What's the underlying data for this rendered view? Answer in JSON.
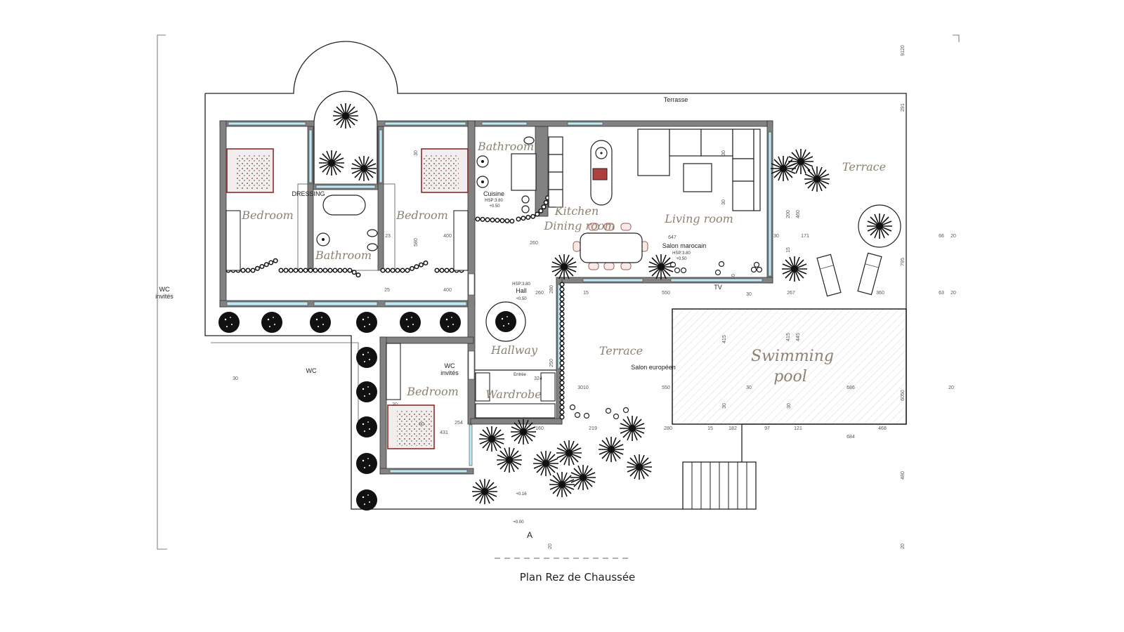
{
  "plan_title": "Plan Rez de Chaussée",
  "section_marker": "A",
  "rooms": {
    "bedroom_1": "Bedroom",
    "bedroom_2": "Bedroom",
    "bedroom_3": "Bedroom",
    "bathroom_1": "Bathroom",
    "bathroom_2": "Bathroom",
    "kitchen": "Kitchen",
    "dining": "Dining room",
    "living": "Living room",
    "terrace_east": "Terrace",
    "terrace_south": "Terrace",
    "hallway": "Hallway",
    "wardrobe": "Wardrobe",
    "pool_1": "Swimming",
    "pool_2": "pool"
  },
  "notes": {
    "terrasse": "Terrasse",
    "dressing": "DRESSING",
    "cuisine": "Cuisine",
    "cuisine_hsp": "HSP:3.80",
    "cuisine_level": "+0.50",
    "salon_marocain": "Salon marocain",
    "salon_hsp": "HSP:3.80",
    "salon_level": "+0.50",
    "hall": "Hall",
    "hall_hsp": "HSP:3.80",
    "hall_level": "+0.50",
    "tv": "TV",
    "salon_europeen": "Salon européen",
    "wc_invites_left_1": "WC",
    "wc_invites_left_2": "invités",
    "wc": "WC",
    "wc_invites_1": "WC",
    "wc_invites_2": "invités",
    "entree": "Entrée",
    "level_garden": "+0.16",
    "level_ground": "+0.00"
  },
  "dimensions": [
    "9120",
    "291",
    "795",
    "6050",
    "480",
    "20",
    "66",
    "20",
    "63",
    "20",
    "20",
    "30",
    "260",
    "647",
    "30",
    "171",
    "200",
    "460",
    "15",
    "30",
    "30",
    "23",
    "580",
    "400",
    "25",
    "400",
    "30",
    "260",
    "280",
    "15",
    "550",
    "30",
    "267",
    "360",
    "415",
    "415",
    "445",
    "3010",
    "550",
    "30",
    "686",
    "30",
    "30",
    "250",
    "324",
    "254",
    "431",
    "60",
    "160",
    "219",
    "280",
    "15",
    "182",
    "97",
    "121",
    "468",
    "684",
    "20",
    "20",
    "20"
  ]
}
